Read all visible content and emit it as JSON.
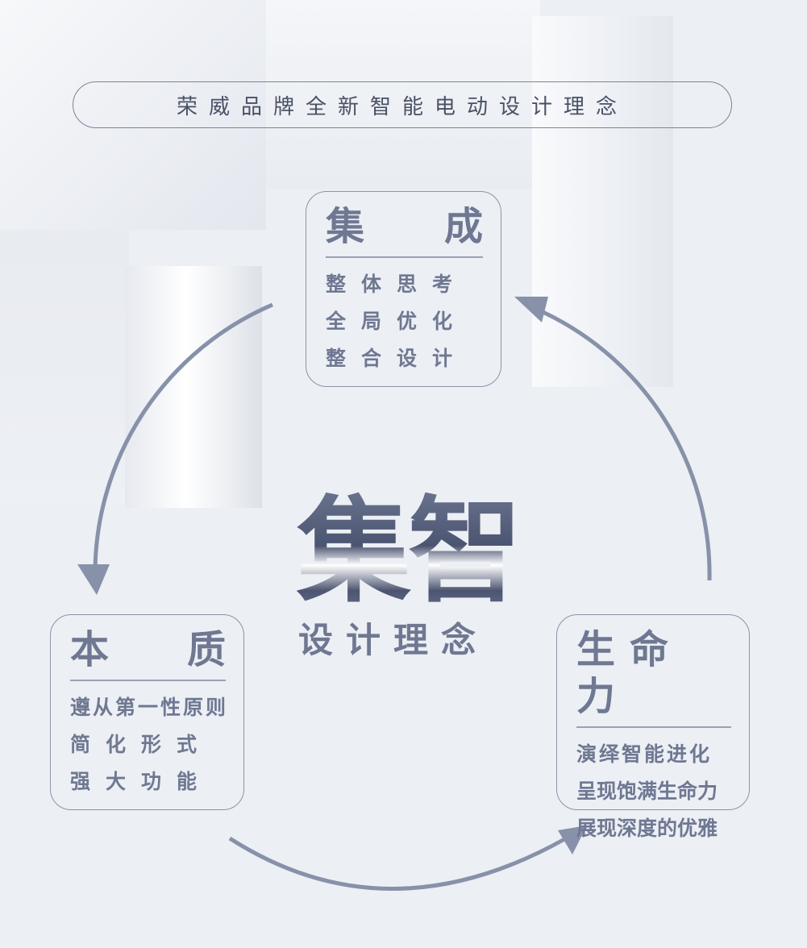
{
  "banner": "荣威品牌全新智能电动设计理念",
  "center": {
    "title": "集智",
    "subtitle": "设计理念"
  },
  "boxes": {
    "integrated": {
      "title_a": "集",
      "title_b": "成",
      "lines": [
        "整体思考",
        "全局优化",
        "整合设计"
      ]
    },
    "essence": {
      "title_a": "本",
      "title_b": "质",
      "lines": [
        "遵从第一性原则",
        "简化形式",
        "强大功能"
      ]
    },
    "vitality": {
      "title": "生命力",
      "lines": [
        "演绎智能进化",
        "呈现饱满生命力",
        "展现深度的优雅"
      ]
    }
  },
  "colors": {
    "arrow": "#8891aa",
    "text": "#6f7892",
    "background": "#eceff4"
  }
}
